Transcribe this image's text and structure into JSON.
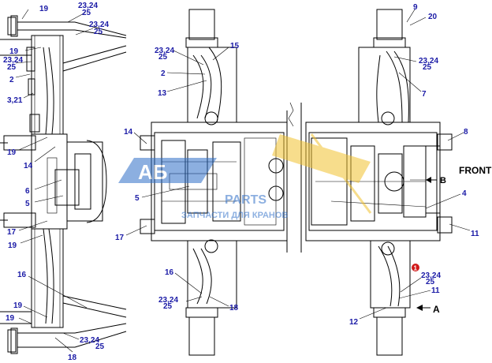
{
  "labels": {
    "l19a": "19",
    "l2324a": "23,24",
    "l25a": "25",
    "l2324b": "23,24",
    "l25b": "25",
    "l19b": "19",
    "l2324c": "23,24",
    "l25c": "25",
    "l2a": "2",
    "l321": "3,21",
    "l19c": "19",
    "l14a": "14",
    "l6": "6",
    "l5a": "5",
    "l17a": "17",
    "l19d": "19",
    "l16a": "16",
    "l19e": "19",
    "l19f": "19",
    "l2324d": "23,24",
    "l25d": "25",
    "l18a": "18",
    "l2324e": "23,24",
    "l25e": "25",
    "l15": "15",
    "l2b": "2",
    "l13": "13",
    "l14b": "14",
    "l5b": "5",
    "l17b": "17",
    "l16b": "16",
    "l2324f": "23,24",
    "l25f": "25",
    "l18b": "18",
    "l9": "9",
    "l20": "20",
    "l2324g": "23,24",
    "l25g": "25",
    "l7": "7",
    "l8": "8",
    "l4": "4",
    "l11a": "11",
    "l2324h": "23,24",
    "l25h": "25",
    "l11b": "11",
    "l12": "12"
  },
  "callouts": {
    "front": "FRONT",
    "b": "B",
    "a": "A",
    "marker": "1"
  },
  "watermark": {
    "brand": "АБ",
    "sub": "PARTS",
    "tagline": "ЗАПЧАСТИ ДЛЯ КРАНОВ"
  },
  "colors": {
    "label": "#1a1aa6",
    "marker": "#d11a1a",
    "watermark_blue": "#2f6fc8",
    "watermark_yellow": "#f2c230"
  }
}
